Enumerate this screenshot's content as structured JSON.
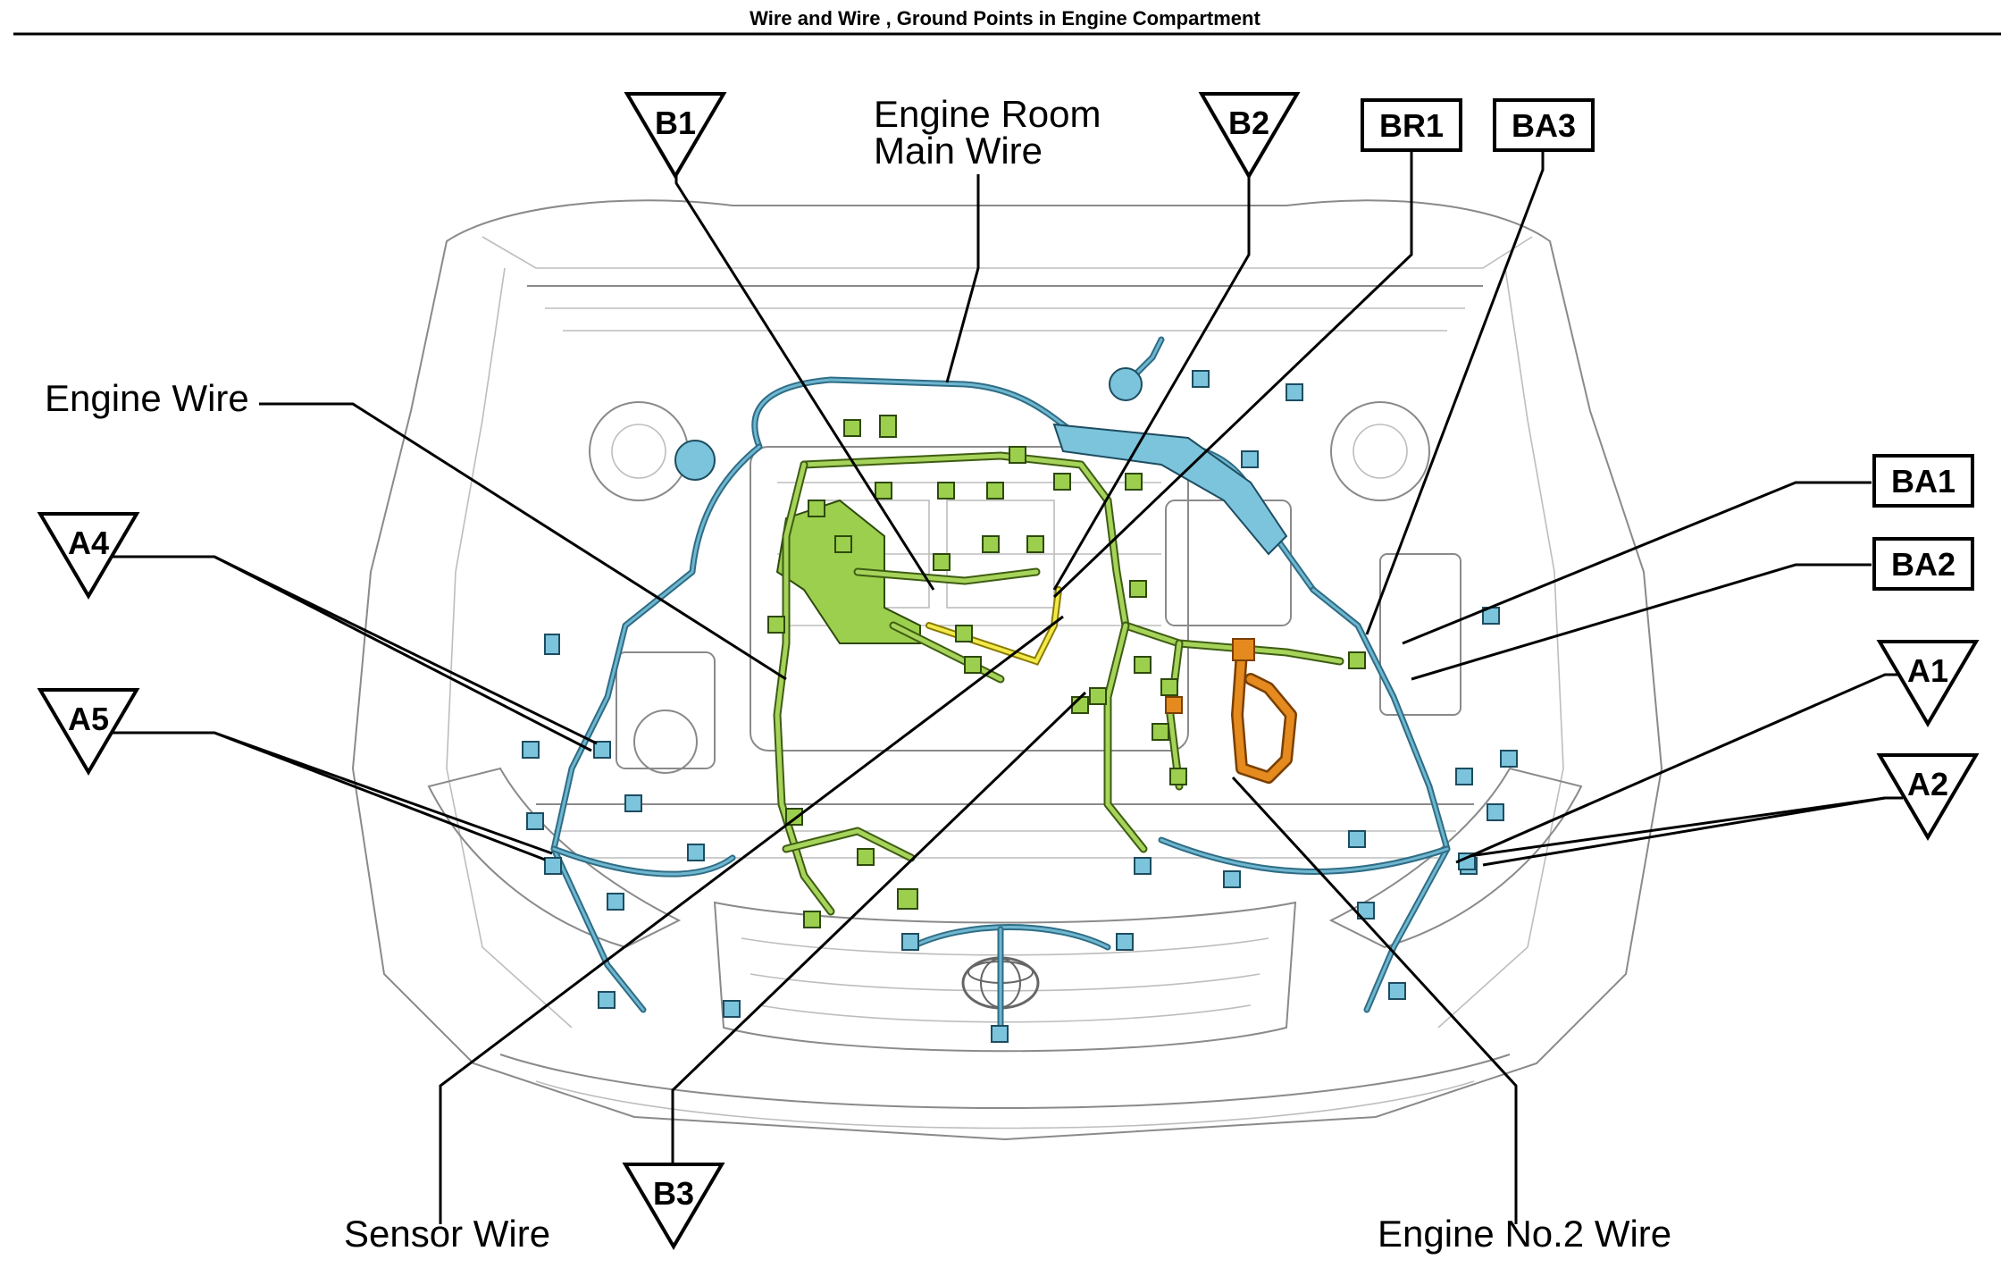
{
  "title": "Wire and Wire , Ground Points in Engine Compartment",
  "labels": {
    "engine_room_main_wire_line1": "Engine Room",
    "engine_room_main_wire_line2": "Main Wire",
    "engine_wire": "Engine Wire",
    "sensor_wire": "Sensor Wire",
    "engine_no2_wire": "Engine No.2 Wire"
  },
  "ground_points": {
    "b1": "B1",
    "b2": "B2",
    "b3": "B3",
    "a1": "A1",
    "a2": "A2",
    "a4": "A4",
    "a5": "A5"
  },
  "junction_connectors": {
    "br1": "BR1",
    "ba3": "BA3",
    "ba1": "BA1",
    "ba2": "BA2"
  },
  "colors": {
    "engine_room_main_wire": "#7cc3dc",
    "engine_wire": "#9ccf4d",
    "sensor_wire": "#f2ea4a",
    "engine_no2_wire": "#e58a1e"
  },
  "icons": [
    "ground-point-triangle",
    "junction-connector-box",
    "toyota-emblem"
  ]
}
